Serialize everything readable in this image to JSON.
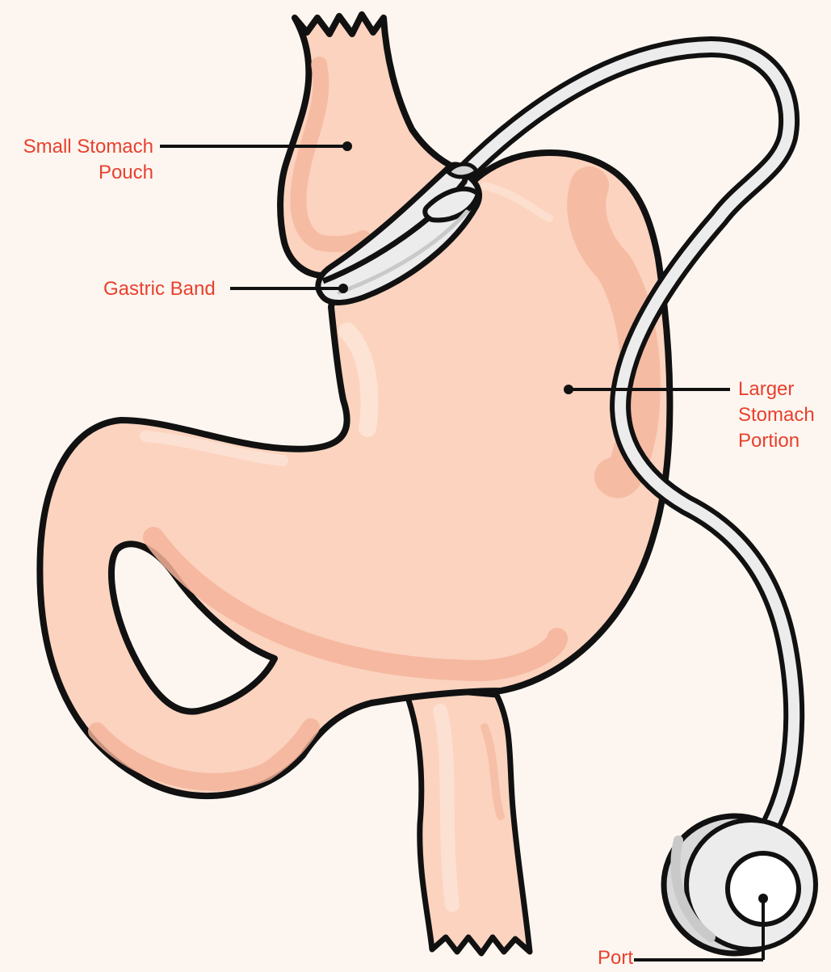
{
  "colors": {
    "background": "#fdf6f0",
    "label": "#e8402e",
    "outline": "#111111",
    "stomach_fill": "#fbd3bf",
    "stomach_shade": "#f4b39a",
    "stomach_highlight": "#fde4d6",
    "band_fill": "#ececec",
    "band_shade": "#c9c9c9",
    "port_fill": "#ffffff"
  },
  "labels": {
    "pouch": [
      "Small Stomach",
      "Pouch"
    ],
    "band": "Gastric Band",
    "larger": [
      "Larger",
      "Stomach",
      "Portion"
    ],
    "port": "Port"
  },
  "icons": [
    "stomach-illustration",
    "gastric-band-icon",
    "tubing-icon",
    "access-port-icon"
  ]
}
